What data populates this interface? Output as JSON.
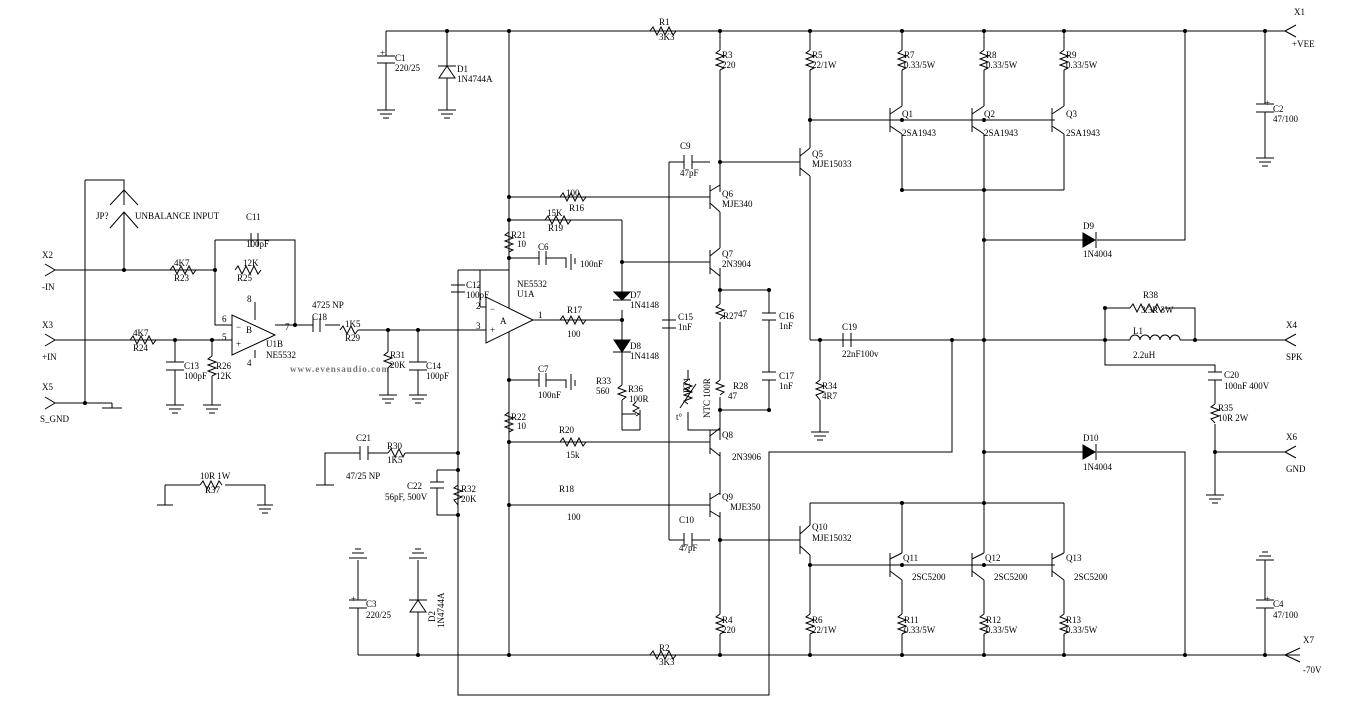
{
  "watermark": "www.evensaudio.com",
  "connectors": {
    "x1": "X1",
    "x1_net": "+VEE",
    "x2": "X2",
    "x2_net": "-IN",
    "x3": "X3",
    "x3_net": "+IN",
    "x4": "X4",
    "x4_net": "SPK",
    "x5": "X5",
    "x5_net": "S_GND",
    "x6": "X6",
    "x6_net": "GND",
    "x7": "X7",
    "x7_net": "-70V"
  },
  "jumper": {
    "ref": "JP?",
    "note": "UNBALANCE INPUT"
  },
  "resistors": {
    "r1": [
      "R1",
      "3K3"
    ],
    "r2": [
      "R2",
      "3K3"
    ],
    "r3": [
      "R3",
      "220"
    ],
    "r4": [
      "R4",
      "220"
    ],
    "r5": [
      "R5",
      "22/1W"
    ],
    "r6": [
      "R6",
      "22/1W"
    ],
    "r7": [
      "R7",
      "0.33/5W"
    ],
    "r8": [
      "R8",
      "0.33/5W"
    ],
    "r9": [
      "R9",
      "0.33/5W"
    ],
    "r11": [
      "R11",
      "0.33/5W"
    ],
    "r12": [
      "R12",
      "0.33/5W"
    ],
    "r13": [
      "R13",
      "0.33/5W"
    ],
    "r16": [
      "R16",
      "100"
    ],
    "r17": [
      "R17",
      "100"
    ],
    "r18": [
      "R18",
      "100"
    ],
    "r19": [
      "R19",
      "15K"
    ],
    "r20": [
      "R20",
      "15k"
    ],
    "r21": [
      "R21",
      "10"
    ],
    "r22": [
      "R22",
      "10"
    ],
    "r23": [
      "R23",
      "4K7"
    ],
    "r24": [
      "R24",
      "4K7"
    ],
    "r25": [
      "R25",
      "12K"
    ],
    "r26": [
      "R26",
      "12K"
    ],
    "r27": [
      "R27",
      "47"
    ],
    "r28": [
      "R28",
      "47"
    ],
    "r29": [
      "R29",
      "1K5"
    ],
    "r30": [
      "R30",
      "1K5"
    ],
    "r31": [
      "R31",
      "20K"
    ],
    "r32": [
      "R32",
      "20K"
    ],
    "r33": [
      "R33",
      "560"
    ],
    "r34": [
      "R34",
      "4R7"
    ],
    "r35": [
      "R35",
      "10R 2W"
    ],
    "r36": [
      "R36",
      "100R"
    ],
    "r37": [
      "R37",
      "10R 1W"
    ],
    "r38": [
      "R38",
      "3.3R 3W"
    ],
    "rt1": [
      "RT1",
      "NTC 100R"
    ]
  },
  "capacitors": {
    "c1": [
      "C1",
      "220/25"
    ],
    "c2": [
      "C2",
      "47/100"
    ],
    "c3": [
      "C3",
      "220/25"
    ],
    "c4": [
      "C4",
      "47/100"
    ],
    "c6": [
      "C6",
      "100nF"
    ],
    "c7": [
      "C7",
      "100nF"
    ],
    "c9": [
      "C9",
      "47pF"
    ],
    "c10": [
      "C10",
      "47pF"
    ],
    "c11": [
      "C11",
      "100pF"
    ],
    "c12": [
      "C12",
      "100pF"
    ],
    "c13": [
      "C13",
      "100pF"
    ],
    "c14": [
      "C14",
      "100pF"
    ],
    "c15": [
      "C15",
      "1nF"
    ],
    "c16": [
      "C16",
      "1nF"
    ],
    "c17": [
      "C17",
      "1nF"
    ],
    "c18": [
      "C18",
      "4725 NP"
    ],
    "c19": [
      "C19",
      "22nF100v"
    ],
    "c20": [
      "C20",
      "100nF 400V"
    ],
    "c21": [
      "C21",
      "47/25 NP"
    ],
    "c22": [
      "C22",
      "56pF, 500V"
    ]
  },
  "diodes": {
    "d1": [
      "D1",
      "1N4744A"
    ],
    "d2": [
      "D2",
      "1N4744A"
    ],
    "d7": [
      "D7",
      "1N4148"
    ],
    "d8": [
      "D8",
      "1N4148"
    ],
    "d9": [
      "D9",
      "1N4004"
    ],
    "d10": [
      "D10",
      "1N4004"
    ]
  },
  "inductor": [
    "L1",
    "2.2uH"
  ],
  "transistors": {
    "q1": [
      "Q1",
      "2SA1943"
    ],
    "q2": [
      "Q2",
      "2SA1943"
    ],
    "q3": [
      "Q3",
      "2SA1943"
    ],
    "q5": [
      "Q5",
      "MJE15033"
    ],
    "q6": [
      "Q6",
      "MJE340"
    ],
    "q7": [
      "Q7",
      "2N3904"
    ],
    "q8": [
      "Q8",
      "2N3906"
    ],
    "q9": [
      "Q9",
      "MJE350"
    ],
    "q10": [
      "Q10",
      "MJE15032"
    ],
    "q11": [
      "Q11",
      "2SC5200"
    ],
    "q12": [
      "Q12",
      "2SC5200"
    ],
    "q13": [
      "Q13",
      "2SC5200"
    ]
  },
  "opamps": {
    "u1a": {
      "ref": "U1A",
      "part": "NE5532",
      "unit": "A",
      "pin_inv": "2",
      "pin_noninv": "3",
      "pin_out": "1"
    },
    "u1b": {
      "ref": "U1B",
      "part": "NE5532",
      "unit": "B",
      "pin_inv": "6",
      "pin_noninv": "5",
      "pin_out": "7",
      "pin_vplus": "8",
      "pin_vminus": "4"
    }
  },
  "signs": {
    "minus": "−",
    "plus": "+",
    "cap_polarity": "+",
    "thermistor": "t°"
  }
}
